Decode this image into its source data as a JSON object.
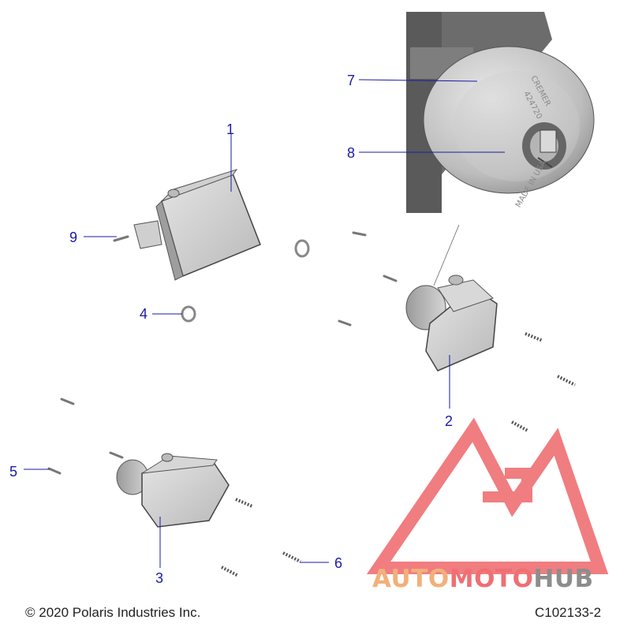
{
  "callouts": {
    "c1": "1",
    "c2": "2",
    "c3": "3",
    "c4": "4",
    "c5": "5",
    "c6": "6",
    "c7": "7",
    "c8": "8",
    "c9": "9"
  },
  "housing_stamp": {
    "line1": "CREMER",
    "line2": "424720",
    "line3": "MADE IN USA"
  },
  "footer": {
    "copyright": "© 2020 Polaris Industries Inc.",
    "code": "C102133-2"
  },
  "watermark": {
    "part_auto": "AUTO",
    "part_moto": "MOTO",
    "part_hub": "HUB"
  },
  "colors": {
    "callout": "#1a1aa8",
    "watermark_orange": "#f2b07a",
    "watermark_red": "#ef6f73",
    "watermark_gray": "#8d8d8d"
  }
}
